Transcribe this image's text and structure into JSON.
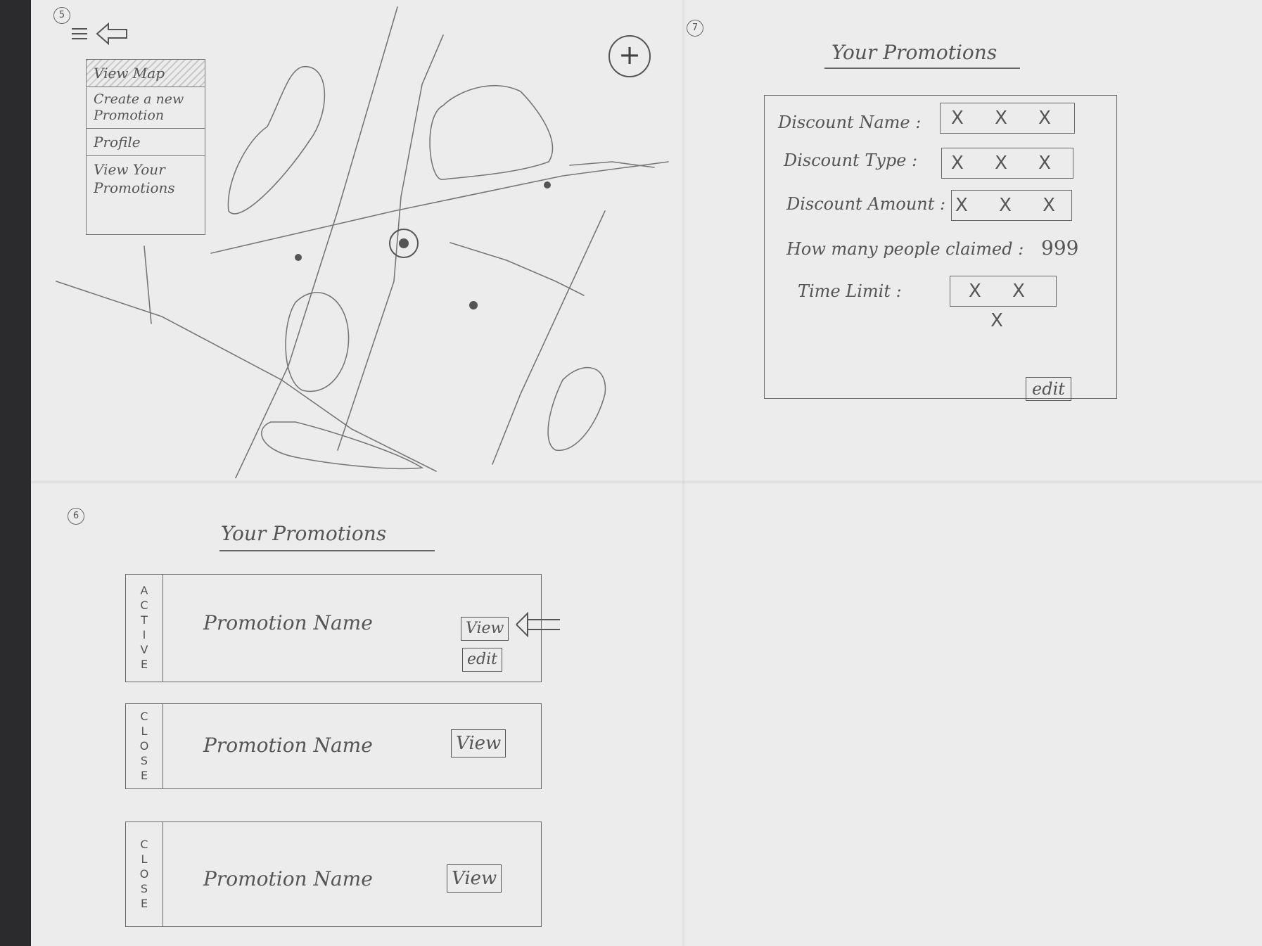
{
  "screen5": {
    "number": "5",
    "menu": [
      {
        "label": "View Map",
        "active": true
      },
      {
        "label": "Create a new Promotion",
        "active": false
      },
      {
        "label": "Profile",
        "active": false
      },
      {
        "label": "View Your Promotions",
        "active": false
      }
    ],
    "plus_label": "+"
  },
  "screen7": {
    "number": "7",
    "title": "Your Promotions",
    "fields": [
      {
        "label": "Discount Name :",
        "value": "X X X"
      },
      {
        "label": "Discount Type :",
        "value": "X X X"
      },
      {
        "label": "Discount Amount :",
        "value": "X X X"
      }
    ],
    "claimed_label": "How many people claimed :",
    "claimed_value": "999",
    "time_limit_label": "Time Limit :",
    "time_limit_value": "X X X",
    "edit_label": "edit"
  },
  "screen6": {
    "number": "6",
    "title": "Your Promotions",
    "promotions": [
      {
        "status": "ACTIVE",
        "name": "Promotion Name",
        "view_label": "View",
        "edit_label": "edit"
      },
      {
        "status": "CLOSE",
        "name": "Promotion Name",
        "view_label": "View"
      },
      {
        "status": "CLOSE",
        "name": "Promotion Name",
        "view_label": "View"
      }
    ]
  }
}
